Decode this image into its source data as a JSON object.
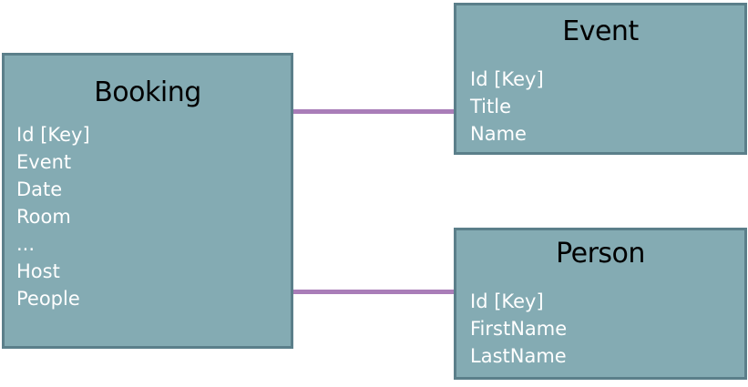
{
  "diagram": {
    "entities": [
      {
        "id": "booking",
        "title": "Booking",
        "fields": [
          "Id [Key]",
          "Event",
          "Date",
          "Room",
          "...",
          "Host",
          "People"
        ]
      },
      {
        "id": "event",
        "title": "Event",
        "fields": [
          "Id [Key]",
          "Title",
          "Name"
        ]
      },
      {
        "id": "person",
        "title": "Person",
        "fields": [
          "Id [Key]",
          "FirstName",
          "LastName"
        ]
      }
    ],
    "relations": [
      {
        "from": "booking",
        "to": "event"
      },
      {
        "from": "booking",
        "to": "person"
      }
    ],
    "colors": {
      "entity_fill": "#84abb3",
      "entity_border": "#5b7f8a",
      "connector": "#a97db8",
      "title_text": "#000000",
      "field_text": "#ffffff"
    }
  }
}
